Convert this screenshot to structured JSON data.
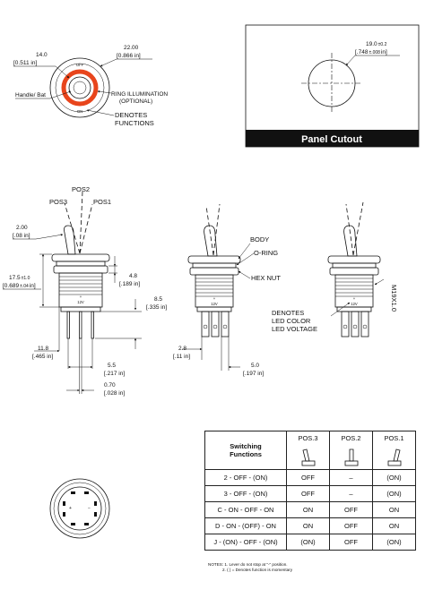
{
  "top_view": {
    "dim_small": "14.0",
    "dim_small_in": "[0.511 in]",
    "dim_large": "22.00",
    "dim_large_in": "[0.866 in]",
    "label_off": "OFF",
    "label_on": "ON",
    "handle_label": "Handle/ Bat",
    "ring_label_1": "RING ILLUMINATION",
    "ring_label_2": "(OPTIONAL)",
    "denotes_1": "DENOTES",
    "denotes_2": "FUNCTIONS",
    "ring_color": "#e8451c"
  },
  "panel_cutout": {
    "dim": "19.0",
    "dim_tol": "±0.2",
    "dim_in": "[.748",
    "dim_in_tol": "±.008",
    "dim_in_unit": "in]",
    "title": "Panel Cutout"
  },
  "side_view": {
    "pos3": "POS3",
    "pos2": "POS2",
    "pos1": "POS1",
    "dim_bat": "2.00",
    "dim_bat_in": "[.08 in]",
    "dim_height": "17.5",
    "dim_height_tol": "±1.0",
    "dim_height_in": "[0.689",
    "dim_height_in_tol": "±.04",
    "dim_height_in_unit": "in]",
    "dim_nut": "4.8",
    "dim_nut_in": "[.189 in]",
    "dim_term": "8.5",
    "dim_term_in": "[.335 in]",
    "dim_base": "11.8",
    "dim_base_in": "[.465 in]",
    "dim_pitch": "5.5",
    "dim_pitch_in": "[.217 in]",
    "dim_pin": "0.70",
    "dim_pin_in": "[.028 in]",
    "voltage_mark": "12V"
  },
  "front_view": {
    "body": "BODY",
    "oring": "O-RING",
    "hexnut": "HEX NUT",
    "dim_spacing": "2.8",
    "dim_spacing_in": "[.11 in]",
    "dim_width": "5.0",
    "dim_width_in": "[.197 in]",
    "voltage_mark": "12V"
  },
  "right_view": {
    "thread": "M19X1.0",
    "denotes_1": "DENOTES",
    "denotes_2": "LED COLOR",
    "denotes_3": "LED VOLTAGE",
    "voltage_mark": "12V"
  },
  "bottom_view": {
    "pin_plus": "+",
    "pin_minus": "−"
  },
  "switching_table": {
    "header": "Switching\nFunctions",
    "columns": [
      "POS.3",
      "POS.2",
      "POS.1"
    ],
    "rows": [
      {
        "fn": "2 - OFF - (ON)",
        "p3": "OFF",
        "p2": "–",
        "p1": "(ON)"
      },
      {
        "fn": "3 - OFF - (ON)",
        "p3": "OFF",
        "p2": "–",
        "p1": "(ON)"
      },
      {
        "fn": "C - ON - OFF - ON",
        "p3": "ON",
        "p2": "OFF",
        "p1": "ON"
      },
      {
        "fn": "D - ON - (OFF) - ON",
        "p3": "ON",
        "p2": "OFF",
        "p1": "ON"
      },
      {
        "fn": "J - (ON) - OFF - (ON)",
        "p3": "(ON)",
        "p2": "OFF",
        "p1": "(ON)"
      }
    ]
  },
  "notes": {
    "line1": "NOTES: 1. Lever do not stop at \"-\" position.",
    "line2": "2. ( ) = Denotes function is momentary"
  }
}
